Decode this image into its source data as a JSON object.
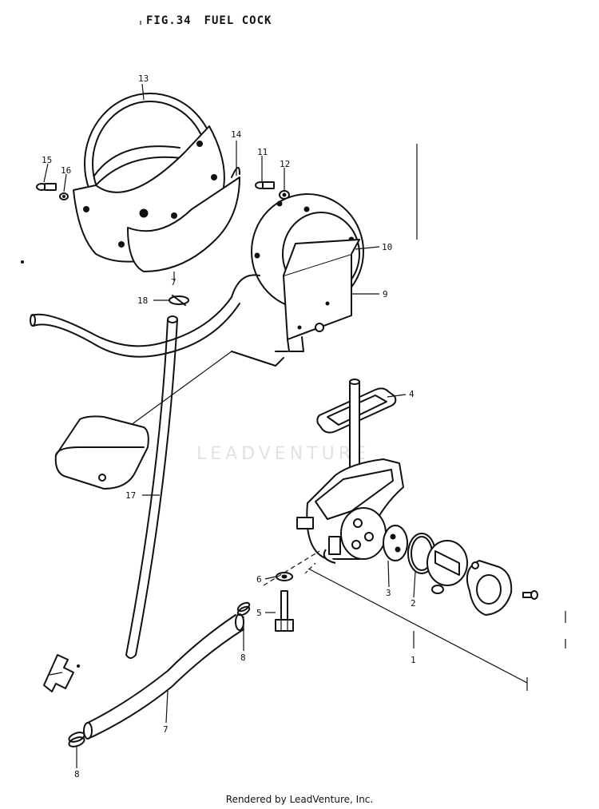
{
  "header": {
    "fig_number": "FIG.34",
    "title": "FUEL COCK"
  },
  "watermark": {
    "text": "LEADVENTURE"
  },
  "footer": {
    "text": "Rendered by LeadVenture, Inc."
  },
  "callouts": [
    {
      "id": "13",
      "label": "13"
    },
    {
      "id": "14",
      "label": "14"
    },
    {
      "id": "15",
      "label": "15"
    },
    {
      "id": "16",
      "label": "16"
    },
    {
      "id": "11",
      "label": "11"
    },
    {
      "id": "12",
      "label": "12"
    },
    {
      "id": "10",
      "label": "10"
    },
    {
      "id": "9",
      "label": "9"
    },
    {
      "id": "18",
      "label": "18"
    },
    {
      "id": "4",
      "label": "4"
    },
    {
      "id": "17",
      "label": "17"
    },
    {
      "id": "6",
      "label": "6"
    },
    {
      "id": "5",
      "label": "5"
    },
    {
      "id": "3",
      "label": "3"
    },
    {
      "id": "2",
      "label": "2"
    },
    {
      "id": "1",
      "label": "1"
    },
    {
      "id": "8a",
      "label": "8"
    },
    {
      "id": "8b",
      "label": "8"
    },
    {
      "id": "7a",
      "label": "7"
    },
    {
      "id": "7b",
      "label": "7"
    }
  ],
  "colors": {
    "ink": "#111111",
    "background": "#ffffff",
    "watermark": "#e2e2e2"
  }
}
